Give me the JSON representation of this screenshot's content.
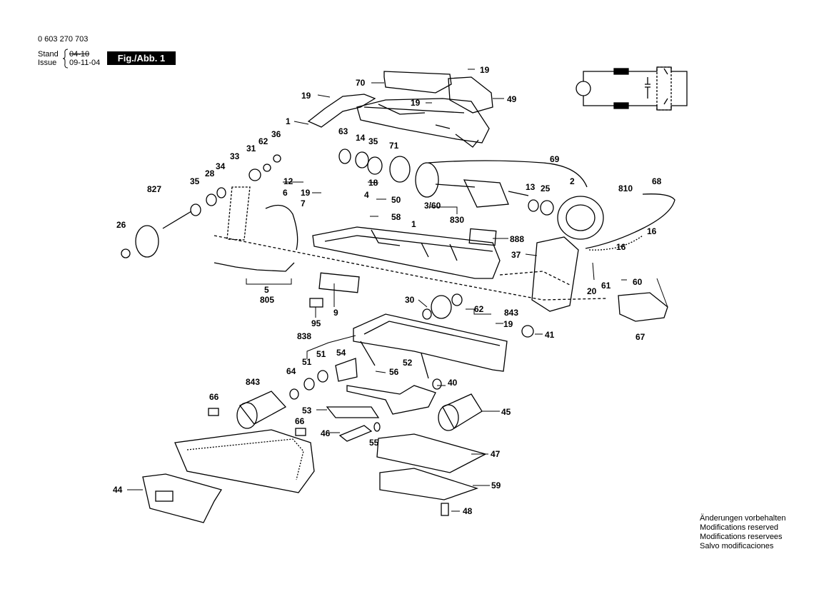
{
  "header": {
    "part_number": "0 603 270 703",
    "stand_label": "Stand",
    "stand_value_struck": "04-10",
    "issue_label": "Issue",
    "issue_value": "09-11-04",
    "figure_label": "Fig./Abb. 1"
  },
  "notice": [
    "Änderungen vorbehalten",
    "Modifications reserved",
    "Modifications reservees",
    "Salvo modificaciones"
  ],
  "callouts": {
    "c1": "1",
    "c19a": "19",
    "c70": "70",
    "c19b": "19",
    "c49": "49",
    "c19c": "19",
    "c63": "63",
    "c14": "14",
    "c35a": "35",
    "c71": "71",
    "c62a": "62",
    "c36": "36",
    "c31": "31",
    "c33": "33",
    "c34": "34",
    "c28": "28",
    "c35b": "35",
    "c827": "827",
    "c26": "26",
    "c12": "12",
    "c18": "18",
    "c19d": "19",
    "c4": "4",
    "c6": "6",
    "c7": "7",
    "c50": "50",
    "c58": "58",
    "c3_60": "3/60",
    "c830": "830",
    "c69": "69",
    "c13": "13",
    "c25": "25",
    "c2": "2",
    "c810": "810",
    "c68": "68",
    "c16a": "16",
    "c16b": "16",
    "c1b": "1",
    "c888": "888",
    "c37": "37",
    "c20": "20",
    "c61": "61",
    "c60": "60",
    "c67": "67",
    "c5": "5",
    "c805": "805",
    "c95": "95",
    "c9": "9",
    "c30": "30",
    "c62b": "62",
    "c843a": "843",
    "c19e": "19",
    "c41": "41",
    "c838": "838",
    "c51a": "51",
    "c51b": "51",
    "c54": "54",
    "c64": "64",
    "c843b": "843",
    "c56": "56",
    "c52": "52",
    "c40": "40",
    "c45": "45",
    "c66a": "66",
    "c53": "53",
    "c66b": "66",
    "c46": "46",
    "c55": "55",
    "c47": "47",
    "c59": "59",
    "c48": "48",
    "c44": "44"
  }
}
